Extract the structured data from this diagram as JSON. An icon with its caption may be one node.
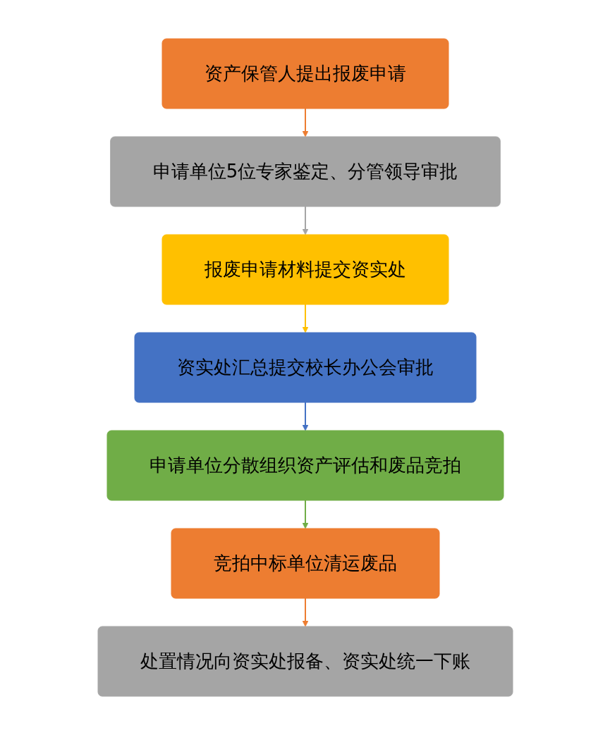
{
  "diagram": {
    "nodes": [
      {
        "text": [
          "资产保管人提出报废申请"
        ]
      },
      {
        "text": [
          "申请单位5位专家鉴定、分管领导审批"
        ]
      },
      {
        "text": [
          "报废申请材料提交资实处"
        ]
      },
      {
        "text": [
          "资实处汇总提交校长办公会审批"
        ]
      },
      {
        "text": [
          "申请单位分散组织资产评估和废品竞拍"
        ]
      },
      {
        "text": [
          "竞拍中标单位清运废品"
        ]
      },
      {
        "text": [
          "处置情况向资实处报备、资实处统一下账"
        ]
      }
    ],
    "edges": [
      {
        "from": 0,
        "to": 1,
        "arrow": "to",
        "color": "#ed7d31"
      },
      {
        "from": 1,
        "to": 2,
        "arrow": "to",
        "color": "#a5a5a5"
      },
      {
        "from": 2,
        "to": 3,
        "arrow": "to",
        "color": "#ffc000"
      },
      {
        "from": 3,
        "to": 4,
        "arrow": "to",
        "color": "#4472c4"
      },
      {
        "from": 4,
        "to": 5,
        "arrow": "to",
        "color": "#70ad47"
      },
      {
        "from": 5,
        "to": 6,
        "arrow": "to",
        "color": "#ed7d31"
      }
    ]
  }
}
